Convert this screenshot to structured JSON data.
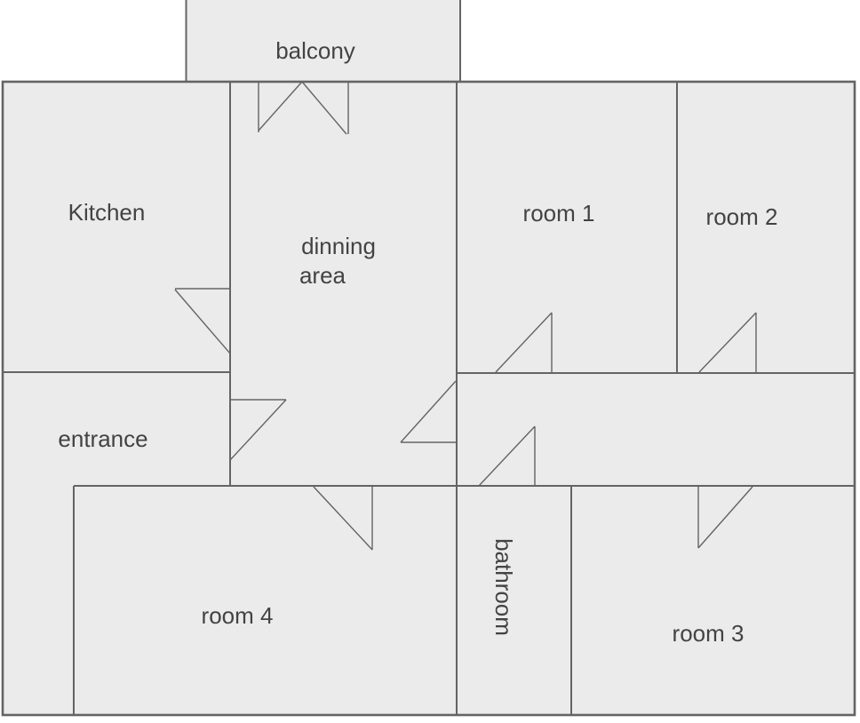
{
  "rooms": {
    "balcony": "balcony",
    "kitchen": "Kitchen",
    "dinning_line1": "dinning",
    "dinning_line2": "area",
    "room1": "room 1",
    "room2": "room 2",
    "entrance": "entrance",
    "room4": "room 4",
    "bathroom": "bathroom",
    "room3": "room 3"
  },
  "colors": {
    "wall": "#646464",
    "room_fill": "#ebebeb",
    "label": "#434343",
    "background": "#ffffff"
  }
}
